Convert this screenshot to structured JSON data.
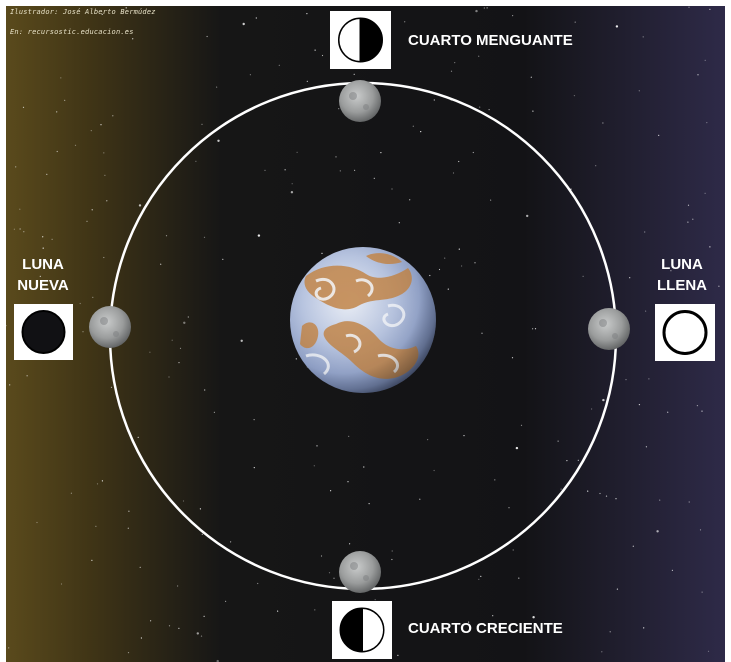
{
  "credits": {
    "illustrator": "Ilustrador: José Alberto Bermúdez",
    "source": "En: recursostic.educacion.es"
  },
  "phases": {
    "waning_quarter": {
      "label": "CUARTO MENGUANTE",
      "icon": "half-moon-icon"
    },
    "new_moon": {
      "label_line1": "LUNA",
      "label_line2": "NUEVA",
      "icon": "new-moon-icon"
    },
    "full_moon": {
      "label_line1": "LUNA",
      "label_line2": "LLENA",
      "icon": "full-moon-icon"
    },
    "waxing_quarter": {
      "label": "CUARTO CRECIENTE",
      "icon": "half-moon-icon"
    }
  },
  "colors": {
    "space_left": "#5a4a1c",
    "space_center": "#141416",
    "space_right": "#2e2a48",
    "orbit": "#ffffff",
    "moon": "#9a9c9c",
    "earth_ocean": "#8fa6d6",
    "earth_land": "#c48a52"
  }
}
